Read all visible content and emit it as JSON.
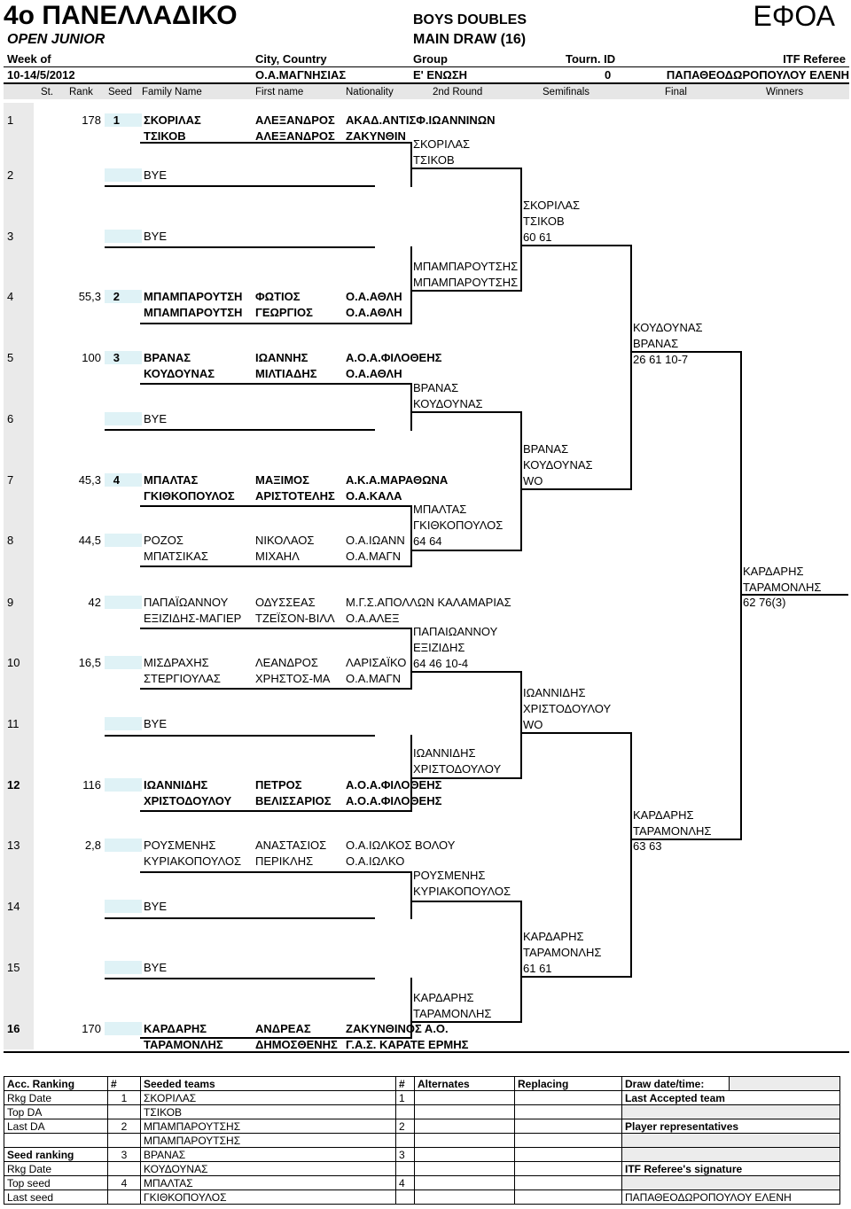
{
  "header": {
    "title": "4o ΠΑΝΕΛΛΑΔΙΚΟ",
    "subtitle": "OPEN JUNIOR",
    "event": "BOYS DOUBLES",
    "draw": "MAIN DRAW (16)",
    "org": "ΕΦΟΑ",
    "info_labels": [
      "Week of",
      "City, Country",
      "Group",
      "Tourn. ID",
      "ITF Referee"
    ],
    "info_values": [
      "10-14/5/2012",
      "Ο.Α.ΜΑΓΝΗΣΙΑΣ",
      "Ε' ΕΝΩΣΗ",
      "0",
      "ΠΑΠΑΘΕΟΔΩΡΟΠΟΥΛΟΥ ΕΛΕΝΗ"
    ],
    "columns": [
      "St.",
      "Rank",
      "Seed",
      "Family Name",
      "First name",
      "Nationality",
      "2nd Round",
      "Semifinals",
      "Final",
      "Winners"
    ]
  },
  "entries": [
    {
      "pos": "1",
      "rank": "178",
      "seed": "1",
      "p1": "ΣΚΟΡΙΛΑΣ",
      "f1": "ΑΛΕΞΑΝΔΡΟΣ",
      "c1": "ΑΚΑΔ.ΑΝΤΙΣΦ.ΙΩΑΝΝΙΝΩΝ",
      "p2": "ΤΣΙΚΟΒ",
      "f2": "ΑΛΕΞΑΝΔΡΟΣ",
      "c2": "ΖΑΚΥΝΘΙΝ"
    },
    {
      "pos": "2",
      "rank": "",
      "seed": "",
      "p1": "BYE",
      "f1": "",
      "c1": "",
      "p2": "",
      "f2": "",
      "c2": ""
    },
    {
      "pos": "3",
      "rank": "",
      "seed": "",
      "p1": "BYE",
      "f1": "",
      "c1": "",
      "p2": "",
      "f2": "",
      "c2": ""
    },
    {
      "pos": "4",
      "rank": "55,3",
      "seed": "2",
      "p1": "ΜΠΑΜΠΑΡΟΥΤΣΗ",
      "f1": "ΦΩΤΙΟΣ",
      "c1": "Ο.Α.ΑΘΛΗ",
      "p2": "ΜΠΑΜΠΑΡΟΥΤΣΗ",
      "f2": "ΓΕΩΡΓΙΟΣ",
      "c2": "Ο.Α.ΑΘΛΗ"
    },
    {
      "pos": "5",
      "rank": "100",
      "seed": "3",
      "p1": "ΒΡΑΝΑΣ",
      "f1": "ΙΩΑΝΝΗΣ",
      "c1": "Α.Ο.Α.ΦΙΛΟΘΕΗΣ",
      "p2": "ΚΟΥΔΟΥΝΑΣ",
      "f2": "ΜΙΛΤΙΑΔΗΣ",
      "c2": "Ο.Α.ΑΘΛΗ"
    },
    {
      "pos": "6",
      "rank": "",
      "seed": "",
      "p1": "BYE",
      "f1": "",
      "c1": "",
      "p2": "",
      "f2": "",
      "c2": ""
    },
    {
      "pos": "7",
      "rank": "45,3",
      "seed": "4",
      "p1": "ΜΠΑΛΤΑΣ",
      "f1": "ΜΑΞΙΜΟΣ",
      "c1": "Α.Κ.Α.ΜΑΡΑΘΩΝΑ",
      "p2": "ΓΚΙΘΚΟΠΟΥΛΟΣ",
      "f2": "ΑΡΙΣΤΟΤΕΛΗΣ",
      "c2": "Ο.Α.ΚΑΛΑ"
    },
    {
      "pos": "8",
      "rank": "44,5",
      "seed": "",
      "p1": "ΡΟΖΟΣ",
      "f1": "ΝΙΚΟΛΑΟΣ",
      "c1": "Ο.Α.ΙΩΑΝΝ",
      "p2": "ΜΠΑΤΣΙΚΑΣ",
      "f2": "ΜΙΧΑΗΛ",
      "c2": "Ο.Α.ΜΑΓΝ"
    },
    {
      "pos": "9",
      "rank": "42",
      "seed": "",
      "p1": "ΠΑΠΑΪΩΑΝΝΟΥ",
      "f1": "ΟΔΥΣΣΕΑΣ",
      "c1": "Μ.Γ.Σ.ΑΠΟΛΛΩΝ ΚΑΛΑΜΑΡΙΑΣ",
      "p2": "ΕΞΙΖΙΔΗΣ-ΜΑΓΙΕΡ",
      "f2": "ΤΖΕΪΣΟΝ-ΒΙΛΛ",
      "c2": "Ο.Α.ΑΛΕΞ"
    },
    {
      "pos": "10",
      "rank": "16,5",
      "seed": "",
      "p1": "ΜΙΣΔΡΑΧΗΣ",
      "f1": "ΛΕΑΝΔΡΟΣ",
      "c1": "ΛΑΡΙΣΑΪΚΟ",
      "p2": "ΣΤΕΡΓΙΟΥΛΑΣ",
      "f2": "ΧΡΗΣΤΟΣ-ΜΑ",
      "c2": "Ο.Α.ΜΑΓΝ"
    },
    {
      "pos": "11",
      "rank": "",
      "seed": "",
      "p1": "BYE",
      "f1": "",
      "c1": "",
      "p2": "",
      "f2": "",
      "c2": ""
    },
    {
      "pos": "12",
      "rank": "116",
      "seed": "",
      "p1": "ΙΩΑΝΝΙΔΗΣ",
      "f1": "ΠΕΤΡΟΣ",
      "c1": "Α.Ο.Α.ΦΙΛΟΘΕΗΣ",
      "p2": "ΧΡΙΣΤΟΔΟΥΛΟΥ",
      "f2": "ΒΕΛΙΣΣΑΡΙΟΣ",
      "c2": "Α.Ο.Α.ΦΙΛΟΘΕΗΣ"
    },
    {
      "pos": "13",
      "rank": "2,8",
      "seed": "",
      "p1": "ΡΟΥΣΜΕΝΗΣ",
      "f1": "ΑΝΑΣΤΑΣΙΟΣ",
      "c1": "Ο.Α.ΙΩΛΚΟΣ ΒΟΛΟΥ",
      "p2": "ΚΥΡΙΑΚΟΠΟΥΛΟΣ",
      "f2": "ΠΕΡΙΚΛΗΣ",
      "c2": "Ο.Α.ΙΩΛΚΟ"
    },
    {
      "pos": "14",
      "rank": "",
      "seed": "",
      "p1": "BYE",
      "f1": "",
      "c1": "",
      "p2": "",
      "f2": "",
      "c2": ""
    },
    {
      "pos": "15",
      "rank": "",
      "seed": "",
      "p1": "BYE",
      "f1": "",
      "c1": "",
      "p2": "",
      "f2": "",
      "c2": ""
    },
    {
      "pos": "16",
      "rank": "170",
      "seed": "",
      "p1": "ΚΑΡΔΑΡΗΣ",
      "f1": "ΑΝΔΡΕΑΣ",
      "c1": "ΖΑΚΥΝΘΙΝΟΣ Α.Ο.",
      "p2": "ΤΑΡΑΜΟΝΛΗΣ",
      "f2": "ΔΗΜΟΣΘΕΝΗΣ",
      "c2": "Γ.Α.Σ. ΚΑΡΑΤΕ ΕΡΜΗΣ"
    }
  ],
  "round2": [
    {
      "a": "ΣΚΟΡΙΛΑΣ",
      "b": "ΤΣΙΚΟΒ",
      "score": ""
    },
    {
      "a": "ΜΠΑΜΠΑΡΟΥΤΣΗΣ",
      "b": "ΜΠΑΜΠΑΡΟΥΤΣΗΣ",
      "score": ""
    },
    {
      "a": "ΒΡΑΝΑΣ",
      "b": "ΚΟΥΔΟΥΝΑΣ",
      "score": ""
    },
    {
      "a": "ΜΠΑΛΤΑΣ",
      "b": "ΓΚΙΘΚΟΠΟΥΛΟΣ",
      "score": "64 64"
    },
    {
      "a": "ΠΑΠΑΙΩΑΝΝΟΥ",
      "b": "ΕΞΙΖΙΔΗΣ",
      "score": "64 46 10-4"
    },
    {
      "a": "ΙΩΑΝΝΙΔΗΣ",
      "b": "ΧΡΙΣΤΟΔΟΥΛΟΥ",
      "score": ""
    },
    {
      "a": "ΡΟΥΣΜΕΝΗΣ",
      "b": "ΚΥΡΙΑΚΟΠΟΥΛΟΣ",
      "score": ""
    },
    {
      "a": "ΚΑΡΔΑΡΗΣ",
      "b": "ΤΑΡΑΜΟΝΛΗΣ",
      "score": ""
    }
  ],
  "quarterfinals": [
    {
      "a": "ΣΚΟΡΙΛΑΣ",
      "b": "ΤΣΙΚΟΒ",
      "score": "60 61"
    },
    {
      "a": "ΒΡΑΝΑΣ",
      "b": "ΚΟΥΔΟΥΝΑΣ",
      "score": "WO"
    },
    {
      "a": "ΙΩΑΝΝΙΔΗΣ",
      "b": "ΧΡΙΣΤΟΔΟΥΛΟΥ",
      "score": "WO"
    },
    {
      "a": "ΚΑΡΔΑΡΗΣ",
      "b": "ΤΑΡΑΜΟΝΛΗΣ",
      "score": "61 61"
    }
  ],
  "semifinals": [
    {
      "a": "ΚΟΥΔΟΥΝΑΣ",
      "b": "ΒΡΑΝΑΣ",
      "score": "26 61 10-7"
    },
    {
      "a": "ΚΑΡΔΑΡΗΣ",
      "b": "ΤΑΡΑΜΟΝΛΗΣ",
      "score": "63 63"
    }
  ],
  "final": {
    "a": "ΚΑΡΔΑΡΗΣ",
    "b": "ΤΑΡΑΜΟΝΛΗΣ",
    "score": "62 76(3)"
  },
  "footer": {
    "h": [
      "Acc. Ranking",
      "#",
      "Seeded teams",
      "#",
      "Alternates",
      "Replacing",
      "Draw date/time:"
    ],
    "left": [
      "Rkg Date",
      "Top DA",
      "Last DA",
      "",
      "Seed ranking",
      "Rkg Date",
      "Top seed",
      "Last seed"
    ],
    "num": [
      "1",
      "",
      "2",
      "",
      "3",
      "",
      "4",
      ""
    ],
    "seeds": [
      "ΣΚΟΡΙΛΑΣ",
      "ΤΣΙΚΟΒ",
      "ΜΠΑΜΠΑΡΟΥΤΣΗΣ",
      "ΜΠΑΜΠΑΡΟΥΤΣΗΣ",
      "ΒΡΑΝΑΣ",
      "ΚΟΥΔΟΥΝΑΣ",
      "ΜΠΑΛΤΑΣ",
      "ΓΚΙΘΚΟΠΟΥΛΟΣ"
    ],
    "alt": [
      "1",
      "",
      "2",
      "",
      "3",
      "",
      "4",
      ""
    ],
    "right": [
      "Last Accepted team",
      "",
      "Player representatives",
      "",
      "",
      "ITF Referee's signature",
      "",
      "ΠΑΠΑΘΕΟΔΩΡΟΠΟΥΛΟΥ ΕΛΕΝΗ"
    ]
  }
}
